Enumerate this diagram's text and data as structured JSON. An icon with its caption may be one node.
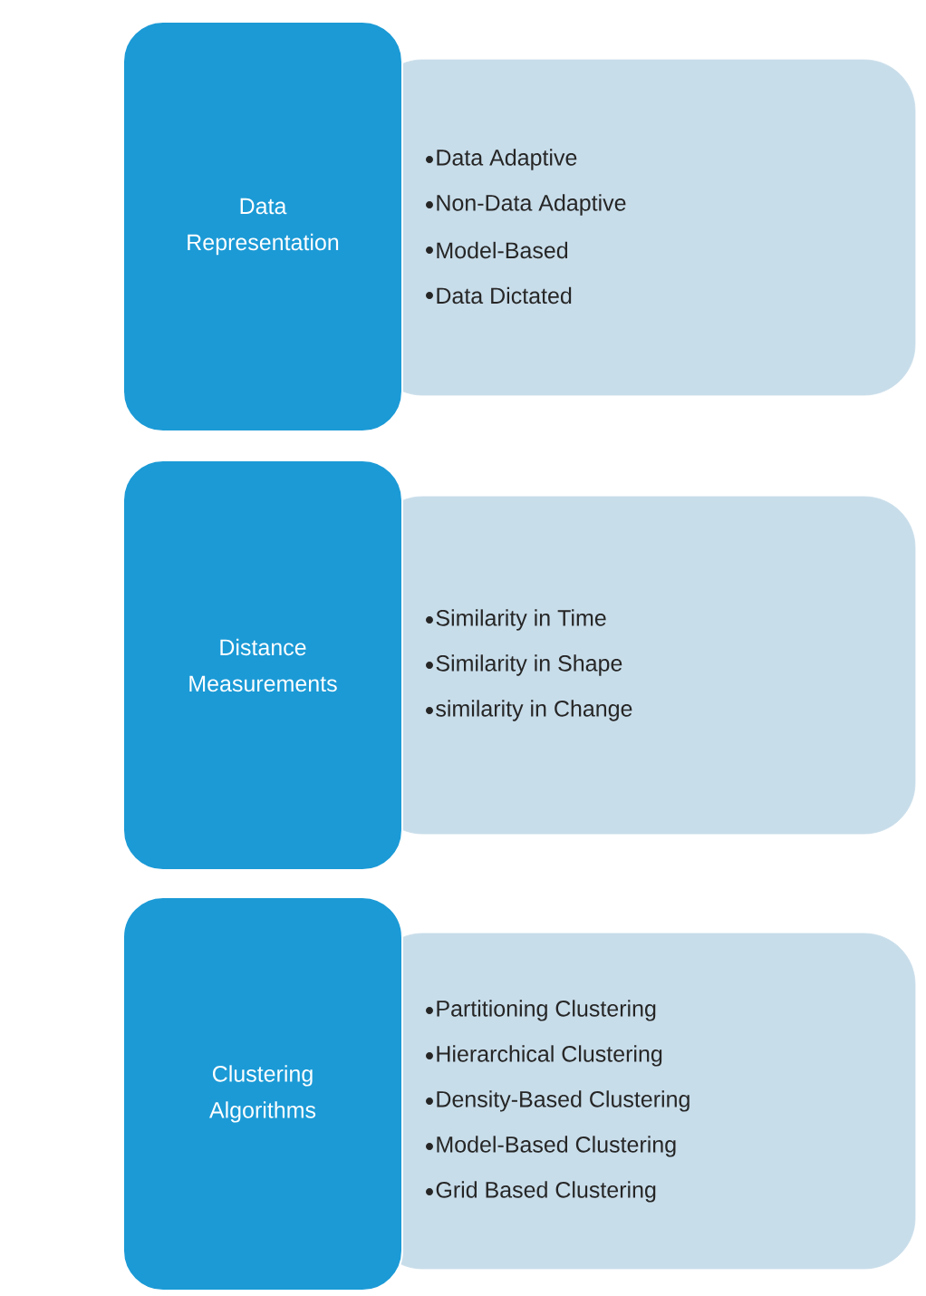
{
  "diagram": {
    "nodes": [
      {
        "text": [
          "Data Representation"
        ]
      },
      {
        "text": [
          "Data Adaptive",
          "Non-Data Adaptive",
          "Model-Based",
          "Data Dictated"
        ]
      },
      {
        "text": [
          "Distance Measurements"
        ]
      },
      {
        "text": [
          "Similarity in Time",
          "Similarity in Shape",
          "similarity in Change"
        ]
      },
      {
        "text": [
          "Clustering Algorithms"
        ]
      },
      {
        "text": [
          "Partitioning Clustering",
          "Hierarchical Clustering",
          "Density-Based Clustering",
          "Model-Based Clustering",
          "Grid Based Clustering"
        ]
      }
    ]
  }
}
